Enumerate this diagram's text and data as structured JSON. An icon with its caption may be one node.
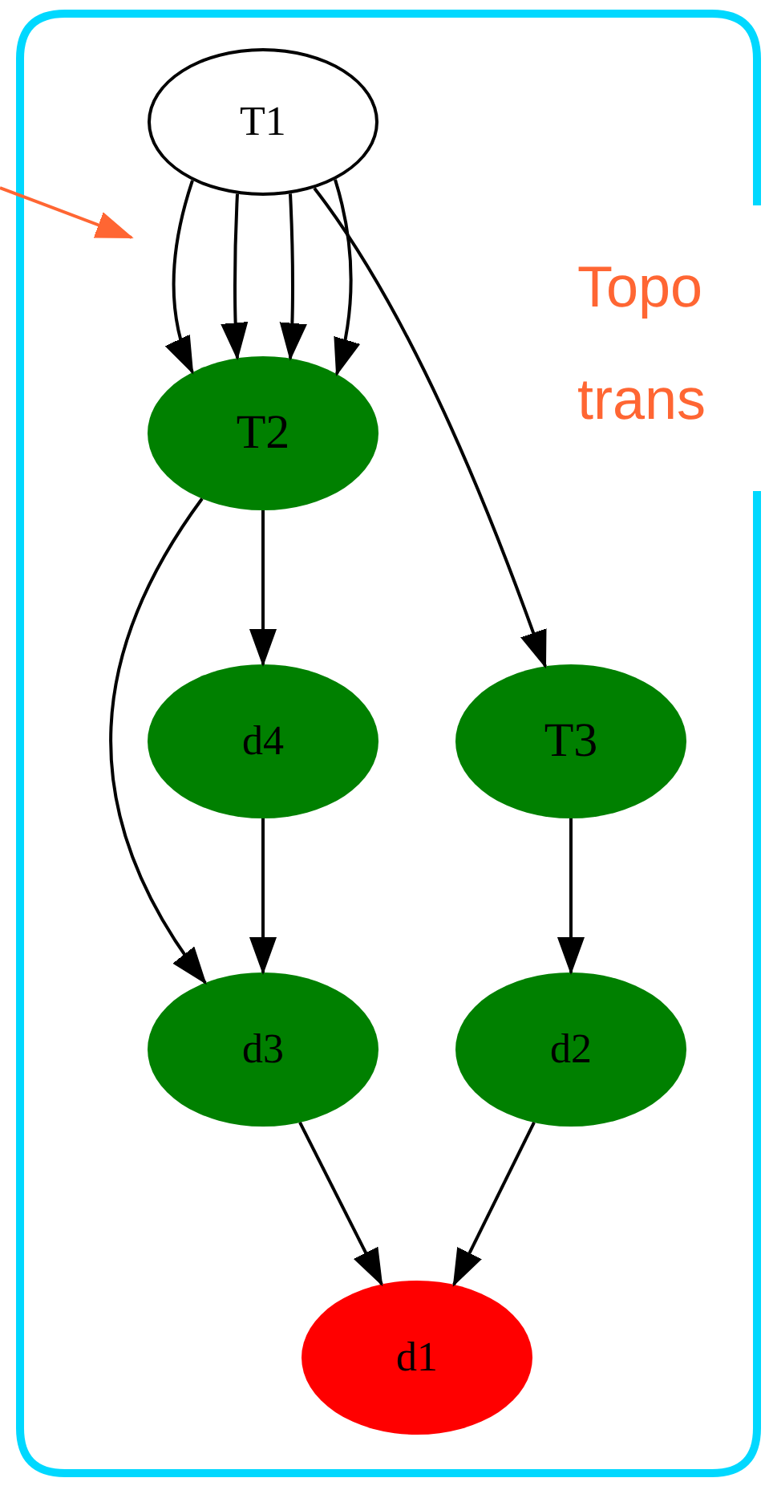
{
  "diagram": {
    "nodes": [
      {
        "text": [
          "Topo trans"
        ]
      },
      {
        "text": [
          "T1"
        ],
        "in": 0
      },
      {
        "text": [
          "T2"
        ],
        "in": 0
      },
      {
        "text": [
          "d4"
        ],
        "in": 0
      },
      {
        "text": [
          "T3"
        ],
        "in": 0
      },
      {
        "text": [
          "d3"
        ],
        "in": 0
      },
      {
        "text": [
          "d2"
        ],
        "in": 0
      },
      {
        "text": [
          "d1"
        ],
        "in": 0
      }
    ],
    "edges": [
      {
        "from": 1,
        "to": 2,
        "arrow": "to"
      },
      {
        "from": 1,
        "to": 2,
        "arrow": "to"
      },
      {
        "from": 1,
        "to": 2,
        "arrow": "to"
      },
      {
        "from": 1,
        "to": 2,
        "arrow": "to"
      },
      {
        "from": 1,
        "to": 4,
        "arrow": "to"
      },
      {
        "from": 2,
        "to": 3,
        "arrow": "to"
      },
      {
        "from": 2,
        "to": 5,
        "arrow": "to"
      },
      {
        "from": 3,
        "to": 5,
        "arrow": "to"
      },
      {
        "from": 4,
        "to": 6,
        "arrow": "to"
      },
      {
        "from": 5,
        "to": 7,
        "arrow": "to"
      },
      {
        "from": 6,
        "to": 7,
        "arrow": "to"
      },
      {
        "from": null,
        "to": 1,
        "arrow": "to",
        "color": "#ff6633"
      }
    ]
  }
}
